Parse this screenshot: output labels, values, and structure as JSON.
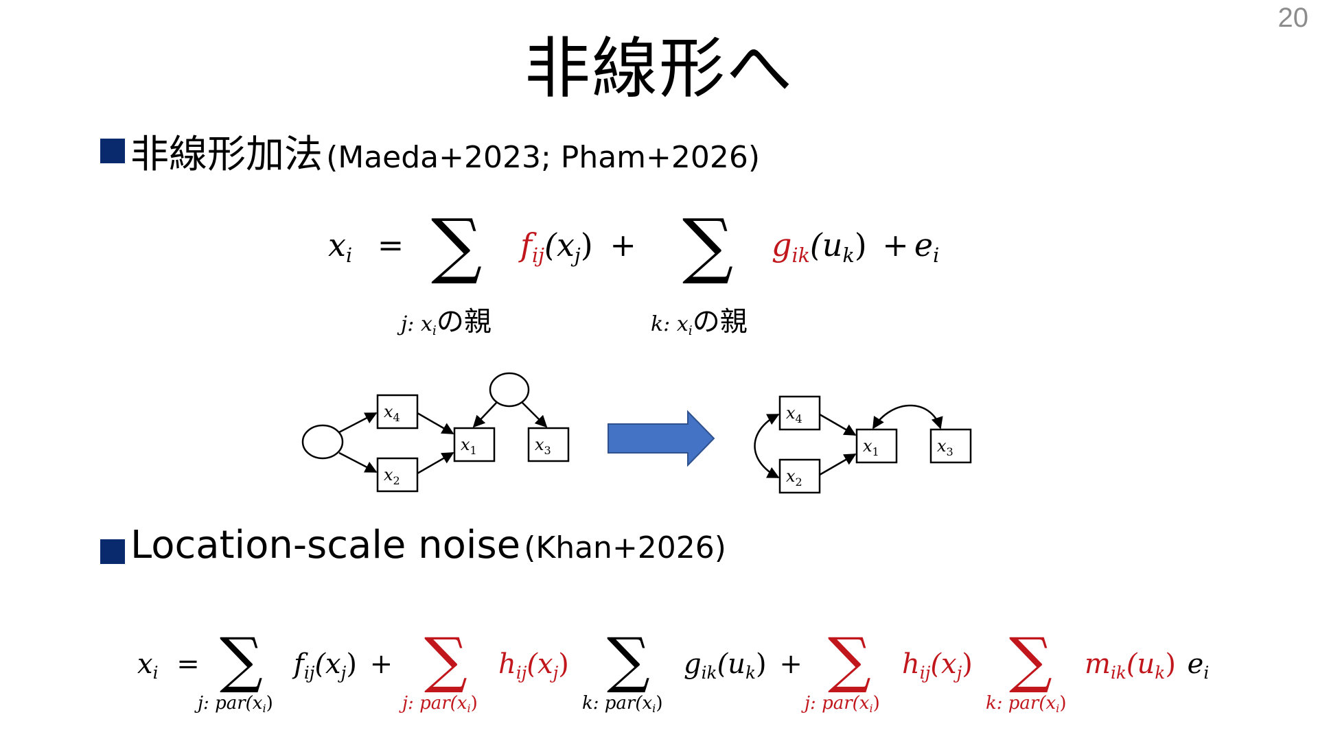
{
  "slide": {
    "title": "非線形へ",
    "page_number": "20"
  },
  "section1": {
    "heading": "非線形加法",
    "citation": "(Maeda+2023; Pham+2026)"
  },
  "equation1": {
    "lhs": "x",
    "lhs_sub": "i",
    "equals": "=",
    "sigma": "∑",
    "sum1_under_prefix": "j: x",
    "sum1_under_sub": "i",
    "sum1_under_suffix": "の親",
    "term1_fn": "f",
    "term1_fn_sub": "ij",
    "term1_arg_open": "(x",
    "term1_arg_sub": "j",
    "term1_arg_close": ")",
    "plus": "+",
    "sum2_under_prefix": "k: x",
    "sum2_under_sub": "i",
    "sum2_under_suffix": "の親",
    "term2_fn": "g",
    "term2_fn_sub": "ik",
    "term2_arg_open": "(u",
    "term2_arg_sub": "k",
    "term2_arg_close": ")",
    "plus2": "+",
    "noise": "e",
    "noise_sub": "i"
  },
  "diagram": {
    "left_nodes": [
      {
        "label": "x",
        "sub": "4"
      },
      {
        "label": "x",
        "sub": "2"
      },
      {
        "label": "x",
        "sub": "1"
      },
      {
        "label": "x",
        "sub": "3"
      }
    ],
    "right_nodes": [
      {
        "label": "x",
        "sub": "4"
      },
      {
        "label": "x",
        "sub": "2"
      },
      {
        "label": "x",
        "sub": "1"
      },
      {
        "label": "x",
        "sub": "3"
      }
    ],
    "arrow_color": "#4472c4"
  },
  "section2": {
    "heading": "Location-scale noise",
    "citation": "(Khan+2026)"
  },
  "equation2": {
    "lhs": "x",
    "lhs_sub": "i",
    "equals": "=",
    "sigma": "∑",
    "under_j": "j: par(x",
    "under_k": "k: par(x",
    "under_sub": "i",
    "under_close": ")",
    "f_term": "f",
    "f_sub": "ij",
    "xj_open": "(x",
    "xj_sub": "j",
    "close": ")",
    "plus": "+",
    "h_term": "h",
    "h_sub": "ij",
    "g_term": "g",
    "g_sub": "ik",
    "uk_open": "(u",
    "uk_sub": "k",
    "m_term": "m",
    "m_sub": "ik",
    "e_term": "e",
    "e_sub": "i"
  },
  "colors": {
    "accent_red": "#c0161c",
    "bullet_navy": "#0a2a6e",
    "page_number_gray": "#8c8c8c"
  }
}
